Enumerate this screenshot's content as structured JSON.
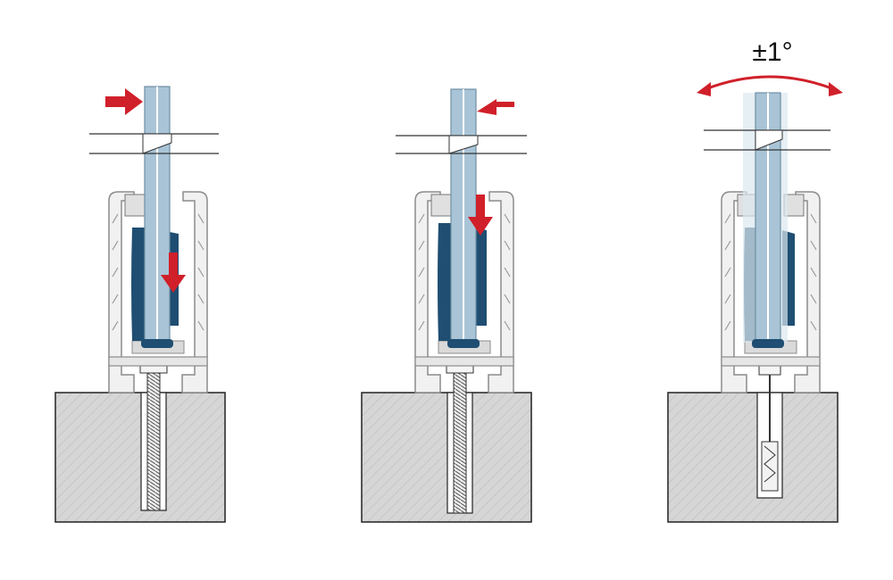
{
  "diagram": {
    "panels": [
      {
        "id": "step-1",
        "anchor": "threaded-rod"
      },
      {
        "id": "step-2",
        "anchor": "threaded-rod"
      },
      {
        "id": "step-3",
        "anchor": "expansion-anchor"
      }
    ],
    "tilt_label": "±1°",
    "colors": {
      "glass": "#a9c4d6",
      "glass_edge": "#6f8fa3",
      "wedge": "#1f4e72",
      "profile": "#f1f1f1",
      "profile_edge": "#8c8c8c",
      "concrete": "#d6d6d6",
      "arrow": "#d0202a",
      "line": "#333333"
    },
    "icons": [
      "arrow-right-icon",
      "arrow-down-icon",
      "arrow-left-icon",
      "curved-double-arrow-icon"
    ]
  }
}
